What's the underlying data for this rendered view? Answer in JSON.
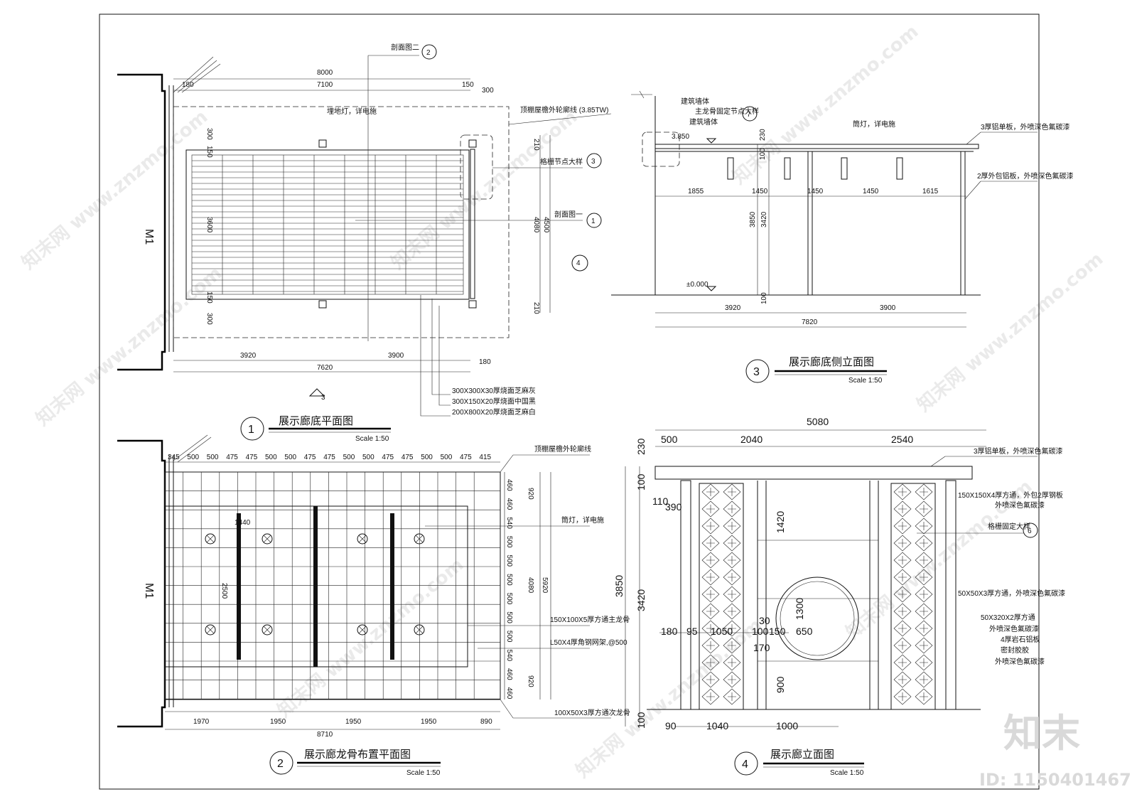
{
  "watermark": {
    "site": "知末网 www.znzmo.com",
    "logo": "知末",
    "id": "ID: 1150401467"
  },
  "view1": {
    "number": "1",
    "title": "展示廊底平面图",
    "scale": "Scale 1:50",
    "ref_mark": "3",
    "door": "M1",
    "dims_top": [
      "8000",
      "7100",
      "150",
      "300",
      "300",
      "180"
    ],
    "dims_left": [
      "300",
      "150",
      "3600",
      "150",
      "300"
    ],
    "dims_right": [
      "210",
      "4080",
      "4500",
      "210"
    ],
    "dims_bottom": [
      "3920",
      "3900",
      "180",
      "7620"
    ],
    "notes": {
      "section2": "剖面图二",
      "canopy": "顶棚屋檐外轮廓线 (3.85TW)",
      "lamp": "埋地灯，详电施",
      "node": "格栅节点大样",
      "section1": "剖面图一",
      "m1": "300X300X30厚烧面芝麻灰",
      "m2": "300X150X20厚烧面中国黑",
      "m3": "200X800X20厚烧面芝麻白"
    },
    "bubbles": [
      "2",
      "3",
      "1",
      "4"
    ]
  },
  "view2": {
    "number": "2",
    "title": "展示廊龙骨布置平面图",
    "scale": "Scale 1:50",
    "door": "M1",
    "dims_top": [
      "345",
      "500",
      "500",
      "475",
      "475",
      "500",
      "500",
      "475",
      "475",
      "500",
      "500",
      "475",
      "475",
      "500",
      "500",
      "475",
      "415"
    ],
    "dims_right": [
      "460",
      "460",
      "540",
      "500",
      "500",
      "500",
      "500",
      "500",
      "500",
      "540",
      "460",
      "460"
    ],
    "dims_right_total": [
      "920",
      "4080",
      "920",
      "5920"
    ],
    "dims_bottom": [
      "1970",
      "1950",
      "1950",
      "1950",
      "890",
      "8710"
    ],
    "dims_inner": [
      "1440",
      "2500"
    ],
    "notes": {
      "canopy": "顶棚屋檐外轮廓线",
      "lamp": "筒灯，详电施",
      "main": "150X100X5厚方通主龙骨",
      "angle": "L50X4厚角钢网架,@500",
      "sub": "100X50X3厚方通次龙骨"
    }
  },
  "view3": {
    "number": "3",
    "title": "展示廊底侧立面图",
    "scale": "Scale 1:50",
    "notes": {
      "wall": "建筑墙体",
      "keel": "主龙骨固定节点大样",
      "lamp": "筒灯，详电施",
      "plate": "3厚铝单板，外喷深色氟碳漆",
      "steel": "2厚外包铝板，外喷深色氟碳漆"
    },
    "levels": [
      "3.850",
      "±0.000"
    ],
    "bubble": "7",
    "dims_top": [
      "230",
      "100"
    ],
    "dims_spans": [
      "1855",
      "1450",
      "1450",
      "1450",
      "1615"
    ],
    "dims_height": [
      "3850",
      "3420",
      "100"
    ],
    "dims_bottom": [
      "3920",
      "3900",
      "7820"
    ]
  },
  "view4": {
    "number": "4",
    "title": "展示廊立面图",
    "scale": "Scale 1:50",
    "bubble": "6",
    "dims_top": [
      "5080",
      "500",
      "2040",
      "2540"
    ],
    "dims_left": [
      "230",
      "100",
      "110",
      "3850",
      "3420",
      "100"
    ],
    "dims_inner": [
      "390",
      "1420",
      "1300",
      "650",
      "900",
      "180",
      "95",
      "1050",
      "100",
      "150",
      "30",
      "170"
    ],
    "dims_bottom": [
      "90",
      "1040",
      "1000"
    ],
    "notes": {
      "plate": "3厚铝单板，外喷深色氟碳漆",
      "tube": "150X150X4厚方通，外包2厚钢板",
      "tube2": "外喷深色氟碳漆",
      "node": "格栅固定大样",
      "square": "50X50X3厚方通，外喷深色氟碳漆",
      "flat": "50X320X2厚方通",
      "flat2": "外喷深色氟碳漆",
      "stone": "4厚岩石铝板",
      "seal": "密封胶胶",
      "paint": "外喷深色氟碳漆"
    }
  }
}
